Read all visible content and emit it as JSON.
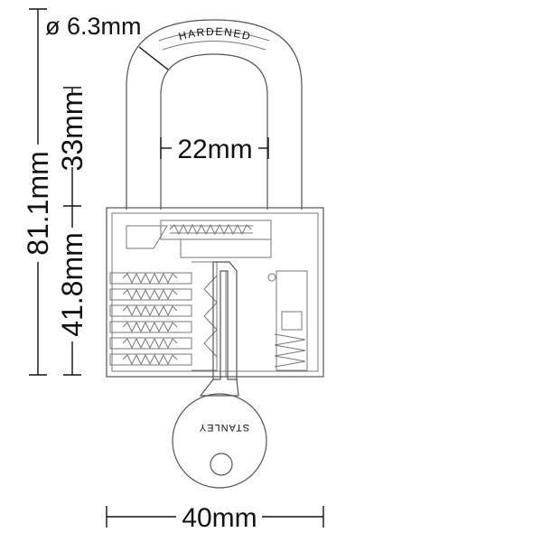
{
  "dimensions": {
    "overall_height": "81.1mm",
    "shackle_height": "33mm",
    "body_height": "41.8mm",
    "shackle_diameter": "ø 6.3mm",
    "shackle_inner_width": "22mm",
    "body_width": "40mm"
  },
  "labels": {
    "shackle_stamp": "HARDENED",
    "key_brand": "STANLEY"
  },
  "colors": {
    "outline": "#555555",
    "dimension": "#111111",
    "background": "#ffffff"
  }
}
